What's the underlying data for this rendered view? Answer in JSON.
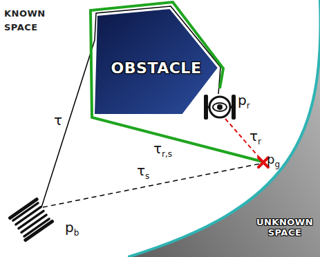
{
  "diagram": {
    "nodes": [
      {
        "text": [
          "OBSTACLE"
        ]
      },
      {
        "text": [
          "UNKNOWN SPACE"
        ]
      }
    ],
    "labels": [
      "KNOWN SPACE",
      "τ",
      "τr,s",
      "pr",
      "τr",
      "pg",
      "τs",
      "pb"
    ]
  }
}
